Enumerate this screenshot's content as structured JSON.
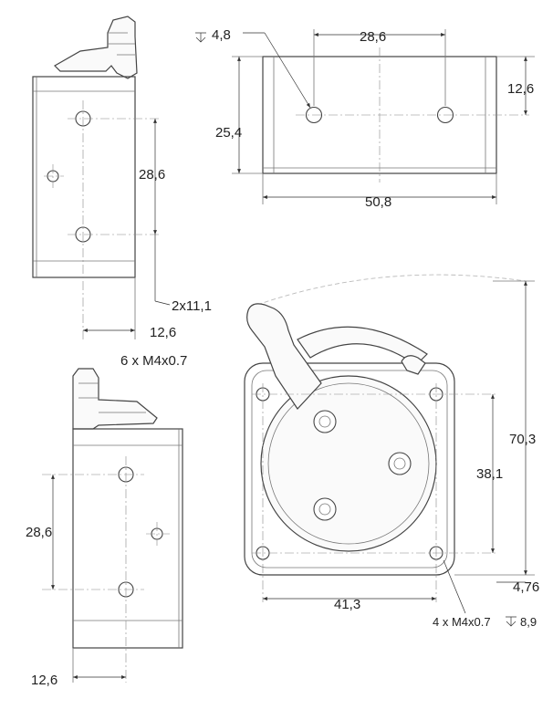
{
  "top_view": {
    "dim_depth": "4,8",
    "dim_hole_spacing": "28,6",
    "dim_hole_offset": "12,6",
    "dim_height": "25,4",
    "dim_width": "50,8"
  },
  "left_view": {
    "dim_hole_spacing": "28,6",
    "dim_counterbore": "2x11,1",
    "dim_offset": "12,6",
    "note_threads": "6 x M4x0.7"
  },
  "lower_left_view": {
    "dim_hole_spacing": "28,6",
    "dim_offset": "12,6"
  },
  "front_view": {
    "dim_height": "70,3",
    "dim_hole_spacing_v": "38,1",
    "dim_edge": "4,76",
    "dim_hole_spacing_h": "41,3",
    "note_mount_holes": "4 x M4x0.7",
    "note_depth": "8,9"
  }
}
